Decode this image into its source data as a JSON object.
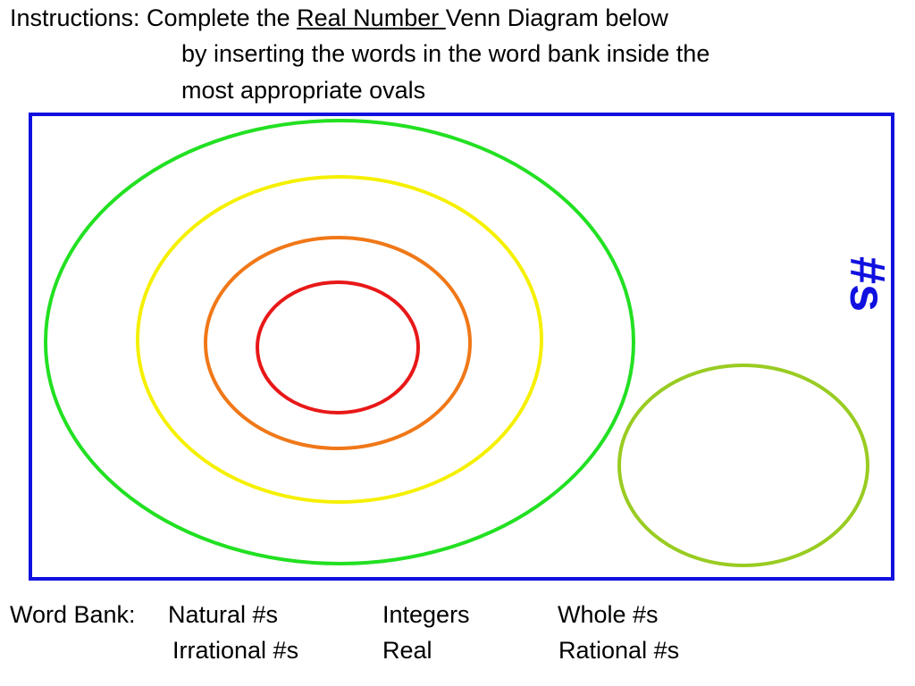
{
  "instructions": {
    "prefix": "Instructions: Complete the ",
    "underlined": "Real Number ",
    "suffix": "Venn Diagram below",
    "line2": "by inserting the words in the word bank inside the",
    "line3": "most appropriate ovals"
  },
  "diagram": {
    "corner_label": "#s",
    "colors": {
      "outer_box": "#1010e0",
      "oval_outer": "#22e022",
      "oval_second": "#f5f000",
      "oval_third": "#f07818",
      "oval_inner": "#e81818",
      "oval_side": "#99cc22",
      "corner_label": "#1010e0"
    }
  },
  "word_bank": {
    "label": "Word Bank:",
    "words": [
      "Natural #s",
      "Integers",
      "Whole #s",
      "Irrational #s",
      "Real",
      "Rational #s"
    ]
  }
}
